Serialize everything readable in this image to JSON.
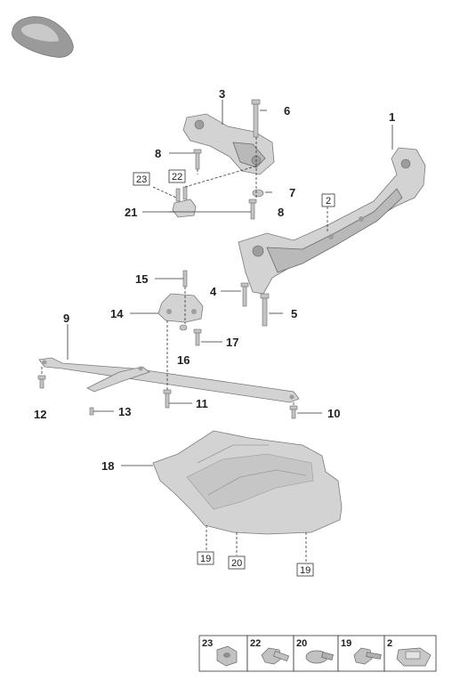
{
  "callouts": {
    "c1": "1",
    "c2": "2",
    "c3": "3",
    "c4": "4",
    "c5": "5",
    "c6": "6",
    "c7": "7",
    "c8a": "8",
    "c8b": "8",
    "c9": "9",
    "c10": "10",
    "c11": "11",
    "c12": "12",
    "c13": "13",
    "c14": "14",
    "c15": "15",
    "c16": "16",
    "c17": "17",
    "c18": "18",
    "c21": "21"
  },
  "boxed_callouts": {
    "b2": "2",
    "b22": "22",
    "b23": "23",
    "b19a": "19",
    "b20": "20",
    "b19b": "19"
  },
  "legend": {
    "items": [
      {
        "number": "23",
        "icon": "nut-icon"
      },
      {
        "number": "22",
        "icon": "flange-bolt-icon"
      },
      {
        "number": "20",
        "icon": "mushroom-rivet-icon"
      },
      {
        "number": "19",
        "icon": "hex-bolt-icon"
      },
      {
        "number": "2",
        "icon": "clip-nut-icon"
      }
    ]
  }
}
